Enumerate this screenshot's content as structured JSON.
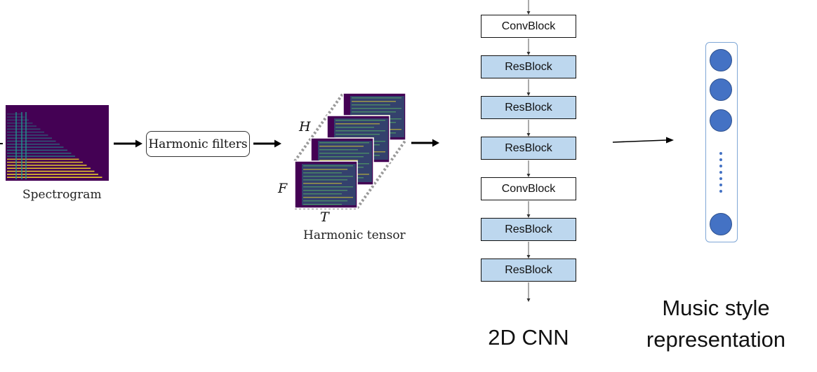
{
  "colors": {
    "resblock_fill": "#bdd7ee",
    "convblock_fill": "#ffffff",
    "node_fill": "#4472c4",
    "spectrogram_bg": "#440154",
    "spectrogram_bright": "#fde725",
    "spectrogram_mid": "#21918c"
  },
  "input": {
    "spectrogram_label": "Spectrogram",
    "filter_label": "Harmonic filters"
  },
  "tensor": {
    "label": "Harmonic tensor",
    "axis_h": "H",
    "axis_f": "F",
    "axis_t": "T"
  },
  "cnn": {
    "title": "2D CNN",
    "blocks": [
      {
        "type": "conv",
        "label": "ConvBlock"
      },
      {
        "type": "res",
        "label": "ResBlock"
      },
      {
        "type": "res",
        "label": "ResBlock"
      },
      {
        "type": "res",
        "label": "ResBlock"
      },
      {
        "type": "conv",
        "label": "ConvBlock"
      },
      {
        "type": "res",
        "label": "ResBlock"
      },
      {
        "type": "res",
        "label": "ResBlock"
      }
    ]
  },
  "output": {
    "title_line1": "Music style",
    "title_line2": "representation"
  }
}
